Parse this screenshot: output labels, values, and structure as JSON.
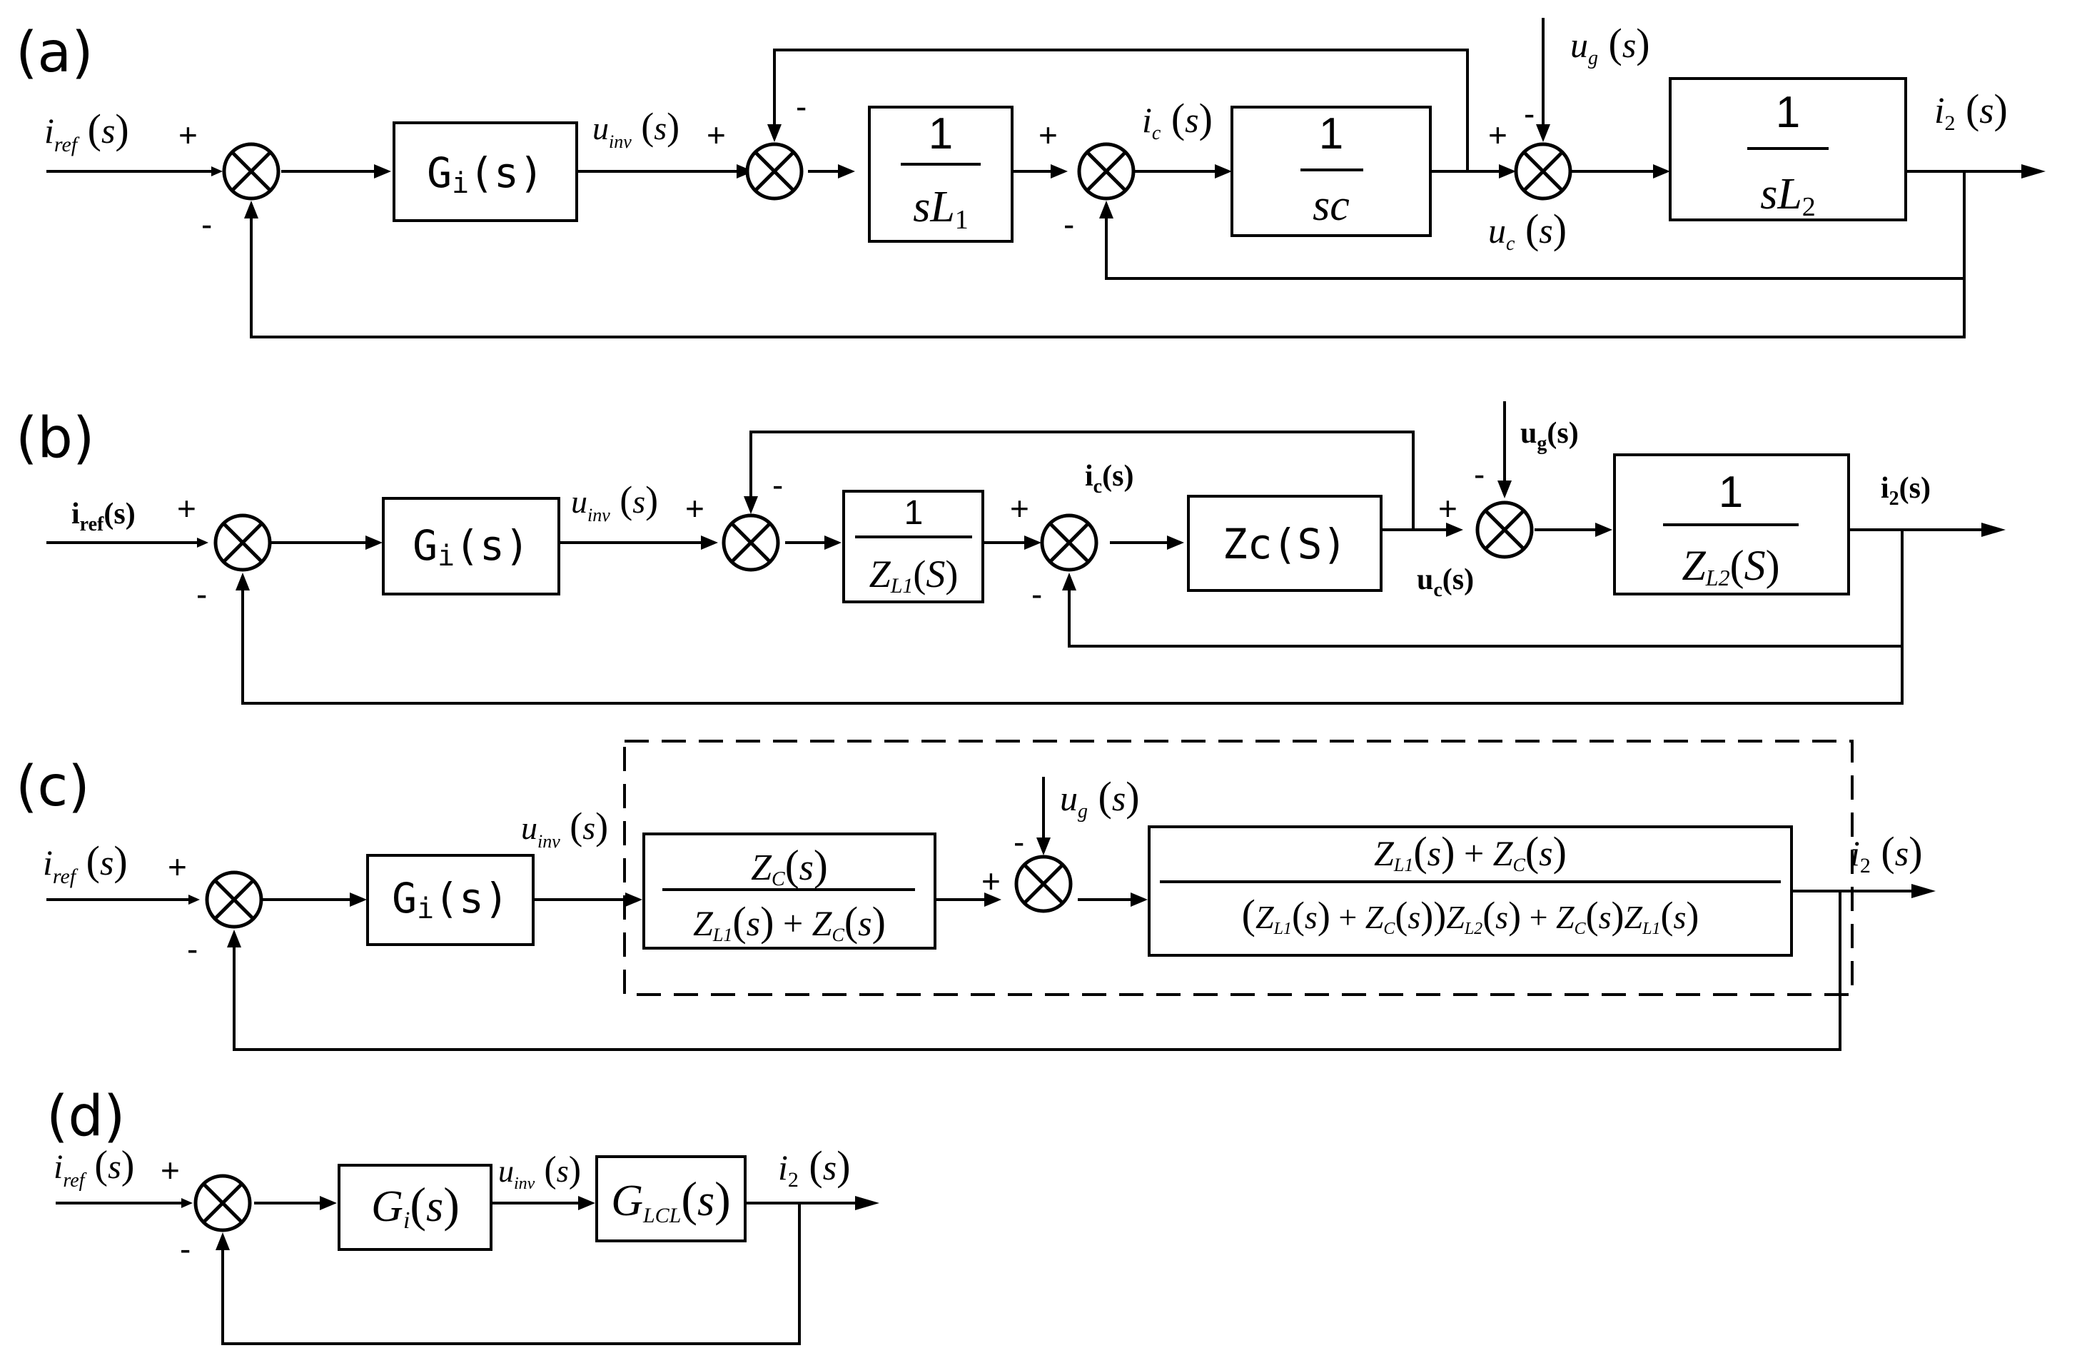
{
  "panels": {
    "a": {
      "label": "(a)",
      "input": "i_ref(s)",
      "controller": "Gi(s)",
      "u_inv": "u_inv(s)",
      "block_l1": {
        "num": "1",
        "den": "sL1"
      },
      "i_c": "i_c(s)",
      "block_c": {
        "num": "1",
        "den": "sc"
      },
      "u_c": "u_c(s)",
      "u_g": "u_g(s)",
      "block_l2": {
        "num": "1",
        "den": "sL2"
      },
      "output": "i2(s)"
    },
    "b": {
      "label": "(b)",
      "input": "iref(s)",
      "controller": "Gi(s)",
      "u_inv": "u_inv(s)",
      "block_l1": {
        "num": "1",
        "den": "Z_L1(S)"
      },
      "i_c": "ic(s)",
      "block_c": "Zc(S)",
      "u_c": "uc(s)",
      "u_g": "ug(s)",
      "block_l2": {
        "num": "1",
        "den": "Z_L2(S)"
      },
      "output": "i2(s)"
    },
    "c": {
      "label": "(c)",
      "input": "i_ref(s)",
      "controller": "Gi(s)",
      "u_inv": "u_inv(s)",
      "block_1": {
        "num": "Z_C(s)",
        "den": "Z_L1(s) + Z_C(s)"
      },
      "u_g": "u_g(s)",
      "block_2": {
        "num": "Z_L1(s) + Z_C(s)",
        "den": "(Z_L1(s) + Z_C(s))Z_L2(s) + Z_C(s)Z_L1(s)"
      },
      "output": "i2(s)"
    },
    "d": {
      "label": "(d)",
      "input": "i_ref(s)",
      "controller": "G_i(s)",
      "u_inv": "u_inv(s)",
      "plant": "G_LCL(s)",
      "output": "i2(s)"
    }
  },
  "signs": {
    "plus": "+",
    "minus": "-"
  }
}
